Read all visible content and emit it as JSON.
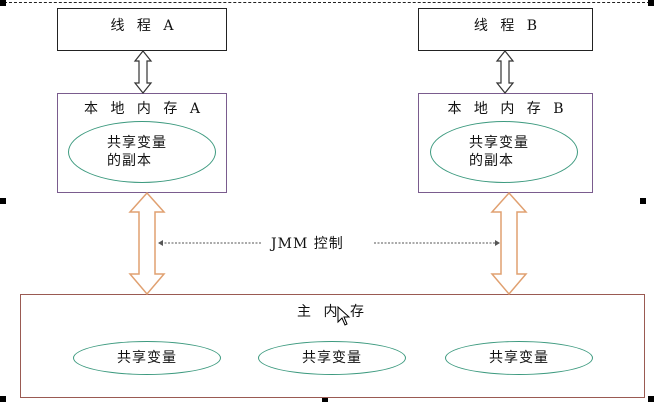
{
  "diagram": {
    "thread_a": {
      "label_cn": "线 程",
      "label_id": "A"
    },
    "thread_b": {
      "label_cn": "线 程",
      "label_id": "B"
    },
    "local_memory_a": {
      "label_cn": "本 地 内 存",
      "label_id": "A",
      "copy_line1": "共享变量",
      "copy_line2": "的副本"
    },
    "local_memory_b": {
      "label_cn": "本 地 内 存",
      "label_id": "B",
      "copy_line1": "共享变量",
      "copy_line2": "的副本"
    },
    "jmm_control": {
      "latin": "JMM",
      "cn": "控制"
    },
    "main_memory": {
      "label": "主 内 存",
      "shared_variables": [
        "共享变量",
        "共享变量",
        "共享变量"
      ]
    },
    "colors": {
      "thread_border": "#222222",
      "local_border": "#7a5c8e",
      "main_border": "#9a5a52",
      "ellipse_border": "#3d9a7f",
      "jmm_arrow": "#e0a070",
      "thread_arrow": "#333333"
    }
  }
}
